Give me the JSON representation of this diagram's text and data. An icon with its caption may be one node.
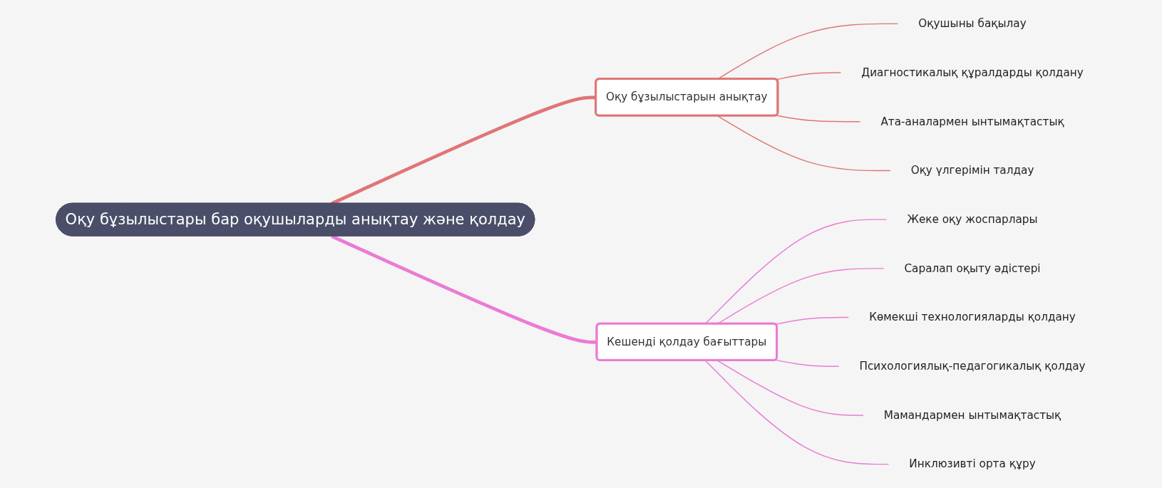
{
  "diagram": {
    "nodes": [
      {
        "text": [
          "Оқу бұзылыстары бар оқушыларды анықтау және қолдау"
        ]
      },
      {
        "text": [
          "Оқу бұзылыстарын анықтау"
        ]
      },
      {
        "text": [
          "Оқушыны бақылау"
        ]
      },
      {
        "text": [
          "Диагностикалық құралдарды қолдану"
        ]
      },
      {
        "text": [
          "Ата-аналармен ынтымақтастық"
        ]
      },
      {
        "text": [
          "Оқу үлгерімін талдау"
        ]
      },
      {
        "text": [
          "Кешенді қолдау бағыттары"
        ]
      },
      {
        "text": [
          "Жеке оқу жоспарлары"
        ]
      },
      {
        "text": [
          "Саралап оқыту әдістері"
        ]
      },
      {
        "text": [
          "Көмекші технологияларды қолдану"
        ]
      },
      {
        "text": [
          "Психологиялық-педагогикалық қолдау"
        ]
      },
      {
        "text": [
          "Мамандармен ынтымақтастық"
        ]
      },
      {
        "text": [
          "Инклюзивті орта құру"
        ]
      }
    ],
    "edges": [
      {
        "from": 0,
        "to": 1,
        "arrow": "none",
        "style": "thick",
        "color": "#e07575"
      },
      {
        "from": 1,
        "to": 2,
        "arrow": "none",
        "color": "#e07575"
      },
      {
        "from": 1,
        "to": 3,
        "arrow": "none",
        "color": "#e07575"
      },
      {
        "from": 1,
        "to": 4,
        "arrow": "none",
        "color": "#e07575"
      },
      {
        "from": 1,
        "to": 5,
        "arrow": "none",
        "color": "#e07575"
      },
      {
        "from": 0,
        "to": 6,
        "arrow": "none",
        "style": "thick",
        "color": "#ea7bd3"
      },
      {
        "from": 6,
        "to": 7,
        "arrow": "none",
        "color": "#ea7bd3"
      },
      {
        "from": 6,
        "to": 8,
        "arrow": "none",
        "color": "#ea7bd3"
      },
      {
        "from": 6,
        "to": 9,
        "arrow": "none",
        "color": "#ea7bd3"
      },
      {
        "from": 6,
        "to": 10,
        "arrow": "none",
        "color": "#ea7bd3"
      },
      {
        "from": 6,
        "to": 11,
        "arrow": "none",
        "color": "#ea7bd3"
      },
      {
        "from": 6,
        "to": 12,
        "arrow": "none",
        "color": "#ea7bd3"
      }
    ]
  }
}
